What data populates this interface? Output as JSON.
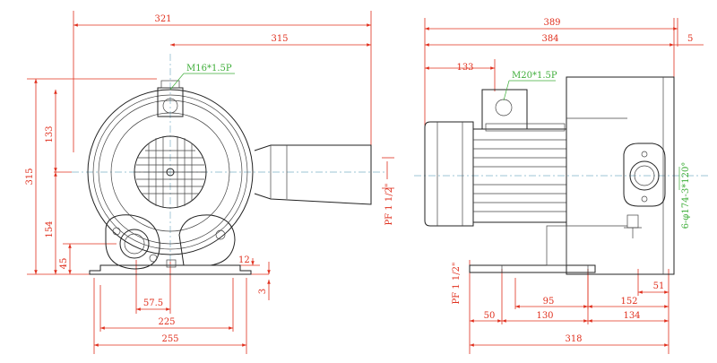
{
  "front_view": {
    "dims": {
      "width_top": "321",
      "width_outlet": "315",
      "height_total": "315",
      "height_upper": "133",
      "height_lower": "154",
      "foot_height": "45",
      "foot_thick": "12",
      "base_gap": "3",
      "inlet_offset": "57.5",
      "foot_span": "225",
      "base_width": "255"
    },
    "thread_label": "M16*1.5P",
    "pipe_label": "PF 1 1/2\""
  },
  "side_view": {
    "dims": {
      "length_total": "389",
      "length_body": "384",
      "end_gap": "5",
      "terminal_offset": "133",
      "foot_hole_50": "50",
      "foot_hole_130": "130",
      "foot_hole_95": "95",
      "foot_hole_152": "152",
      "foot_hole_134": "134",
      "foot_hole_51": "51",
      "base_length": "318"
    },
    "thread_label": "M20*1.5P",
    "pipe_label": "PF 1 1/2\"",
    "hole_label": "6-φ174-3*120°"
  }
}
